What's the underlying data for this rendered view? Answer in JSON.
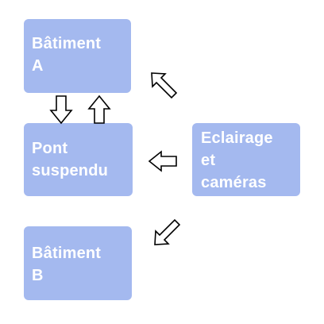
{
  "diagram": {
    "nodes": [
      {
        "id": "a",
        "label": "Bâtiment\nA"
      },
      {
        "id": "bridge",
        "label": "Pont\nsuspendu"
      },
      {
        "id": "lighting",
        "label": "Eclairage\net\ncaméras"
      },
      {
        "id": "b",
        "label": "Bâtiment\nB"
      }
    ],
    "colors": {
      "node_fill": "#a4b9ef",
      "node_text": "#ffffff",
      "arrow_fill": "#ffffff",
      "arrow_stroke": "#000000"
    },
    "arrows": [
      {
        "id": "a-to-bridge",
        "from": "a",
        "to": "bridge",
        "icon": "down-arrow-icon"
      },
      {
        "id": "bridge-to-a",
        "from": "bridge",
        "to": "a",
        "icon": "up-arrow-icon"
      },
      {
        "id": "lighting-to-bridge",
        "from": "lighting",
        "to": "bridge",
        "icon": "left-arrow-icon"
      },
      {
        "id": "lighting-to-a",
        "from": "lighting",
        "to": "a",
        "icon": "up-left-arrow-icon"
      },
      {
        "id": "lighting-to-b",
        "from": "lighting",
        "to": "b",
        "icon": "down-left-arrow-icon"
      }
    ]
  }
}
